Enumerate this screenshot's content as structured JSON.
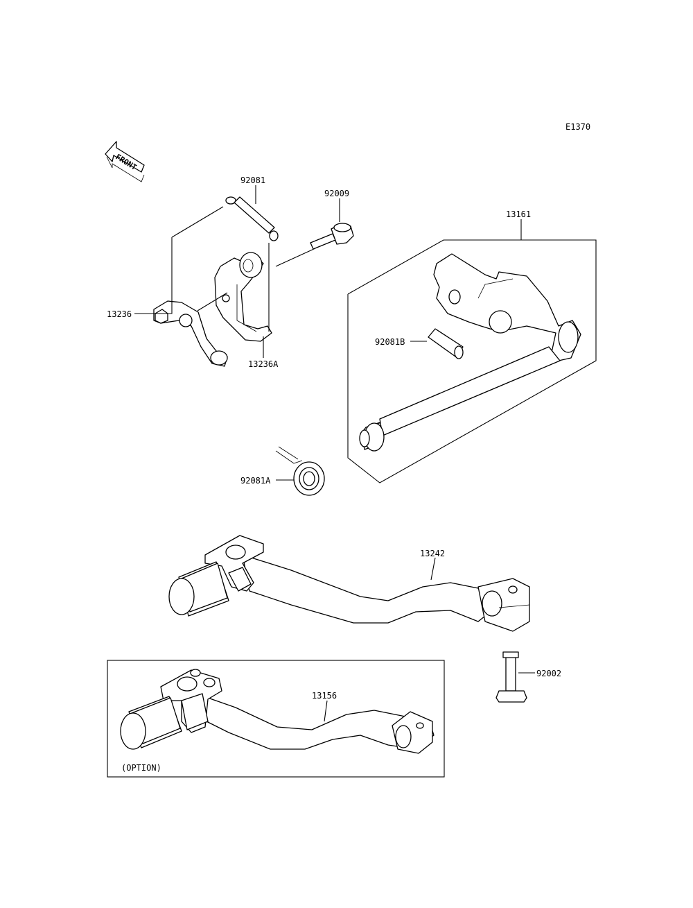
{
  "diagram_code": "E1370",
  "front_arrow": {
    "text": "FRONT"
  },
  "parts": [
    {
      "id": "p-92081",
      "number": "92081"
    },
    {
      "id": "p-92009",
      "number": "92009"
    },
    {
      "id": "p-13161",
      "number": "13161"
    },
    {
      "id": "p-13236",
      "number": "13236"
    },
    {
      "id": "p-13236A",
      "number": "13236A"
    },
    {
      "id": "p-92081B",
      "number": "92081B"
    },
    {
      "id": "p-92081A",
      "number": "92081A"
    },
    {
      "id": "p-13242",
      "number": "13242"
    },
    {
      "id": "p-92002",
      "number": "92002"
    },
    {
      "id": "p-13156",
      "number": "13156"
    }
  ],
  "option_label": "(OPTION)"
}
